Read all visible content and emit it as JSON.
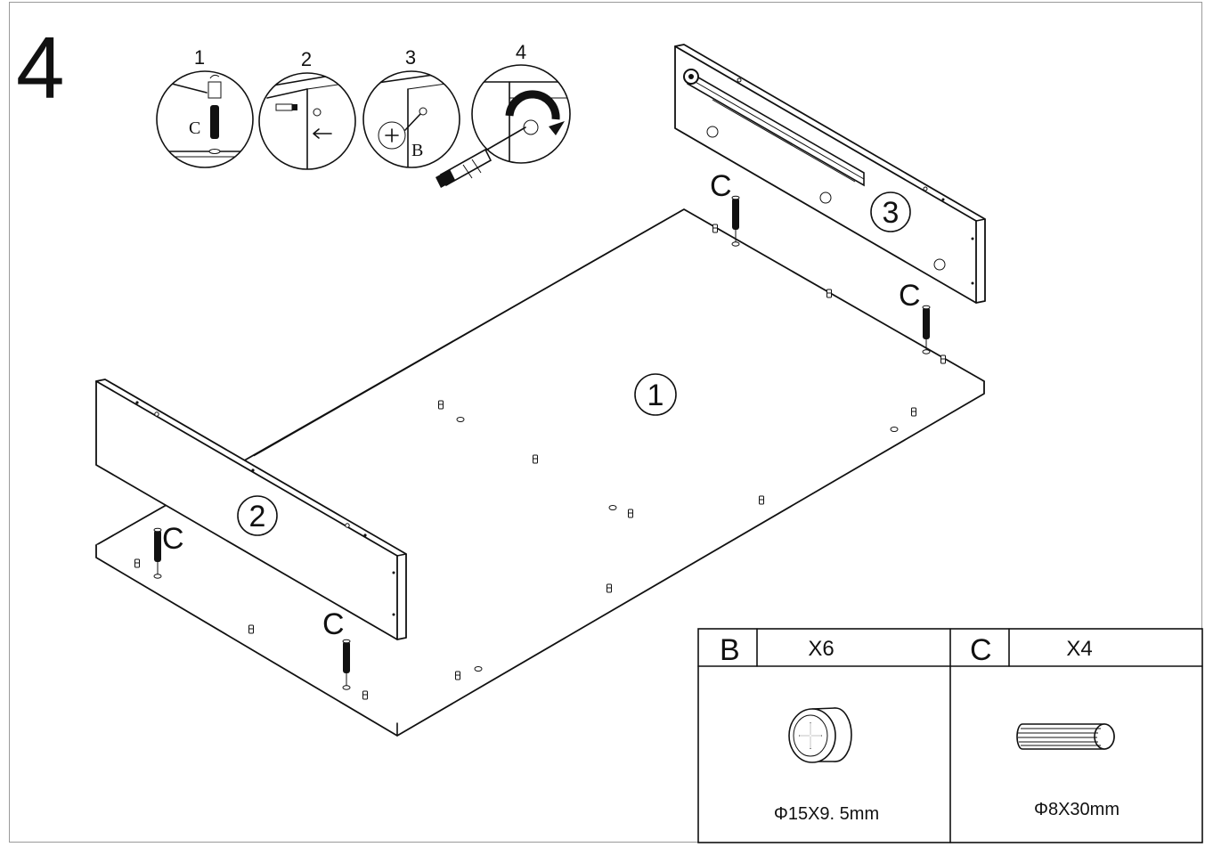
{
  "step_number": "4",
  "sub_steps": [
    "1",
    "2",
    "3",
    "4"
  ],
  "inset_labels": {
    "dowel": "C",
    "cam": "B"
  },
  "panels": {
    "base": "1",
    "left_side": "2",
    "back": "3"
  },
  "dowel_label": "C",
  "parts": [
    {
      "letter": "B",
      "qty": "X6",
      "size": "Φ15X9. 5mm",
      "icon": "cam-lock-icon"
    },
    {
      "letter": "C",
      "qty": "X4",
      "size": "Φ8X30mm",
      "icon": "wood-dowel-icon"
    }
  ]
}
